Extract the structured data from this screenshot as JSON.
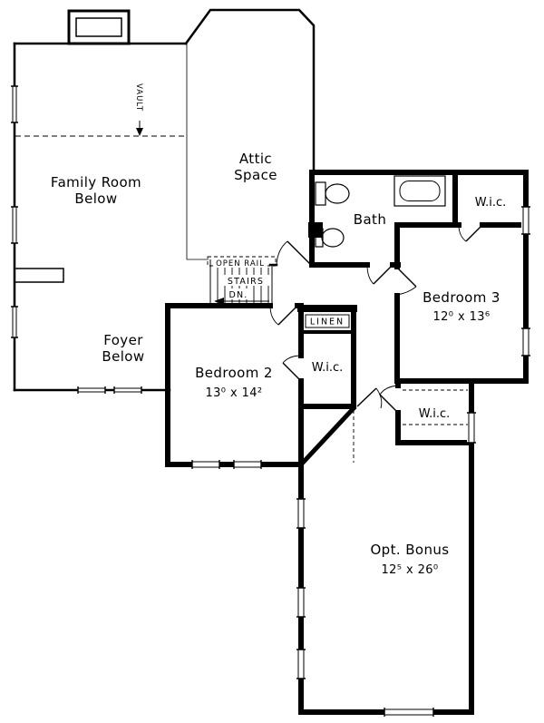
{
  "plan": {
    "rooms": [
      {
        "id": "family-room-below",
        "line1": "Family Room",
        "line2": "Below"
      },
      {
        "id": "attic-space",
        "line1": "Attic",
        "line2": "Space"
      },
      {
        "id": "bath",
        "name": "Bath"
      },
      {
        "id": "wic-upper",
        "name": "W.i.c."
      },
      {
        "id": "bedroom-3",
        "name": "Bedroom 3",
        "dims": "12⁰ x 13⁶"
      },
      {
        "id": "foyer-below",
        "line1": "Foyer",
        "line2": "Below"
      },
      {
        "id": "bedroom-2",
        "name": "Bedroom 2",
        "dims": "13⁰ x 14²"
      },
      {
        "id": "wic-center",
        "name": "W.i.c."
      },
      {
        "id": "wic-right",
        "name": "W.i.c."
      },
      {
        "id": "opt-bonus",
        "name": "Opt. Bonus",
        "dims": "12⁵ x 26⁰"
      },
      {
        "id": "linen",
        "name": "LINEN"
      }
    ],
    "stairs": {
      "open_rail": "OPEN RAIL",
      "label": "STAIRS",
      "down": "DN."
    },
    "annotations": {
      "vault": "VAULT"
    },
    "colors": {
      "wall": "#000000",
      "background": "#ffffff"
    }
  }
}
